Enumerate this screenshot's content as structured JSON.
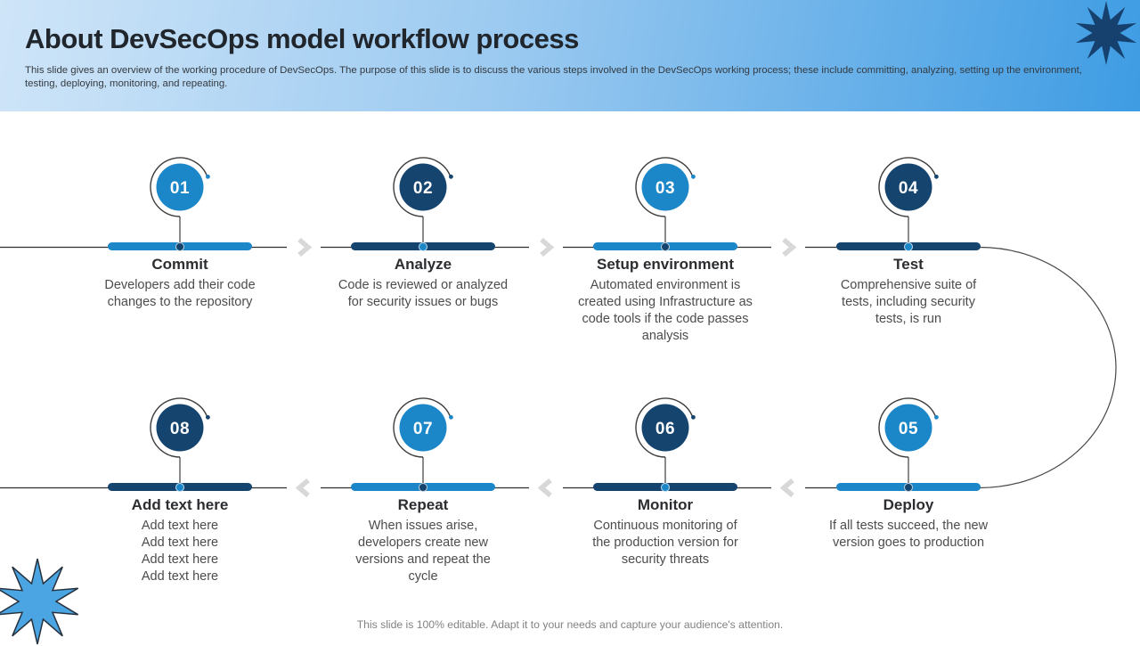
{
  "slide": {
    "title": "About DevSecOps model workflow process",
    "subtitle": "This slide gives an overview of the working procedure of DevSecOps. The purpose of this slide is to discuss the various steps involved in the DevSecOps working process; these include committing, analyzing, setting up the environment, testing, deploying, monitoring, and repeating.",
    "footer": "This slide is 100% editable. Adapt it to your needs and capture your audience's attention."
  },
  "colors": {
    "accent_light": "#1b86c8",
    "accent_dark": "#15446f",
    "header_gradient_start": "#cfe5f8",
    "header_gradient_end": "#3e9ce3",
    "star_light_fill": "#4ba5e2",
    "star_outline": "#26313d",
    "star_dark_fill": "#16416e",
    "line": "#2f2f2f",
    "chevron": "#d8d8d8",
    "number_text": "#ffffff"
  },
  "icons": {
    "forward": "chevron-right",
    "backward": "chevron-left",
    "decoration": "starburst"
  },
  "steps": [
    {
      "number": "01",
      "title": "Commit",
      "description": "Developers add their code changes to the repository",
      "tone": "light",
      "row": "top"
    },
    {
      "number": "02",
      "title": "Analyze",
      "description": "Code is reviewed or analyzed for security issues or bugs",
      "tone": "dark",
      "row": "top"
    },
    {
      "number": "03",
      "title": "Setup environment",
      "description": "Automated environment is created using Infrastructure as code tools if the code passes analysis",
      "tone": "light",
      "row": "top"
    },
    {
      "number": "04",
      "title": "Test",
      "description": "Comprehensive suite of tests, including security tests, is run",
      "tone": "dark",
      "row": "top"
    },
    {
      "number": "05",
      "title": "Deploy",
      "description": "If all tests succeed, the new version goes to production",
      "tone": "light",
      "row": "bottom"
    },
    {
      "number": "06",
      "title": "Monitor",
      "description": "Continuous monitoring of the production version for security threats",
      "tone": "dark",
      "row": "bottom"
    },
    {
      "number": "07",
      "title": "Repeat",
      "description": "When issues arise, developers create new versions and repeat the cycle",
      "tone": "light",
      "row": "bottom"
    },
    {
      "number": "08",
      "title": "Add text here",
      "description": [
        "Add text here",
        "Add text here",
        "Add text here",
        "Add text here"
      ],
      "tone": "dark",
      "row": "bottom"
    }
  ]
}
